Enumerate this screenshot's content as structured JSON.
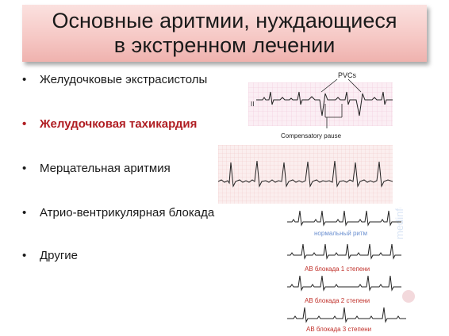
{
  "slide": {
    "title_line1": "Основные аритмии, нуждающиеся",
    "title_line2": "в экстренном лечении",
    "bullets": [
      {
        "text": "Желудочковые экстрасистолы",
        "highlight": false
      },
      {
        "text": "Желудочковая тахикардия",
        "highlight": true
      },
      {
        "text": "Мерцательная аритмия",
        "highlight": false
      },
      {
        "text": "Атрио-вентрикулярная блокада",
        "highlight": false
      },
      {
        "text": "Другие",
        "highlight": false
      }
    ],
    "bullet_symbol": "•",
    "highlight_color": "#b01e23"
  },
  "ecg1": {
    "pvcs_label": "PVCs",
    "lead_label": "II",
    "pause_label": "Compensatory pause",
    "grid_color": "#f1c6d8"
  },
  "ecg2": {
    "grid_color": "#f2c4c4"
  },
  "ecg3": {
    "labels": [
      "нормальный ритм",
      "АВ блокада 1 степени",
      "АВ блокада 2 степени",
      "АВ блокада 3 степени"
    ],
    "label_colors": [
      "#6a8fd0",
      "#c0302a",
      "#c0302a",
      "#c0302a"
    ],
    "watermark": "medinfo.ru"
  }
}
